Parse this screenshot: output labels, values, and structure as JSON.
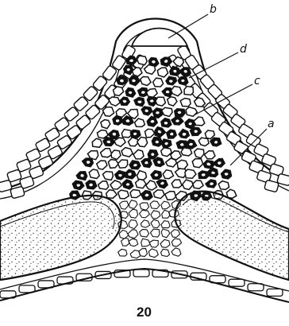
{
  "labels": {
    "a": "a",
    "b": "b",
    "c": "c",
    "d": "d"
  },
  "figure_number": "20",
  "colors": {
    "ink": "#111111",
    "paper": "#ffffff",
    "stipple": "#333333"
  }
}
